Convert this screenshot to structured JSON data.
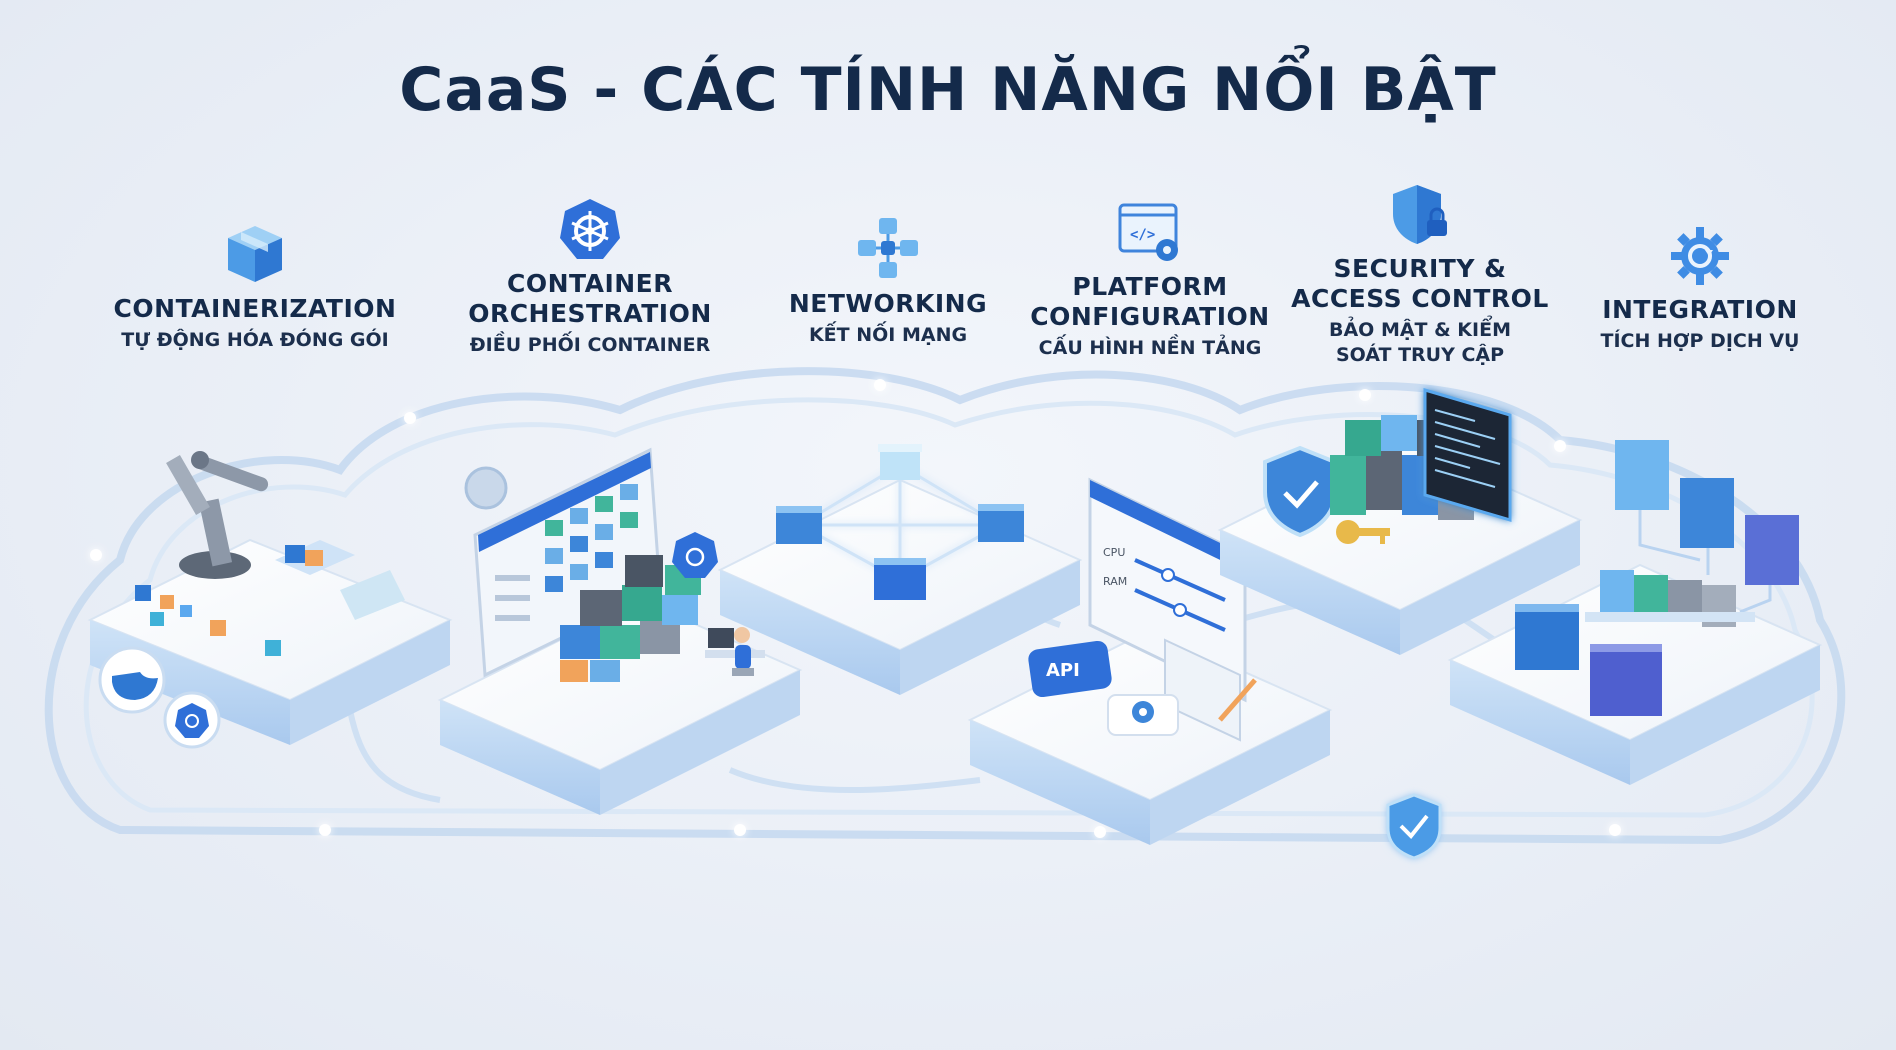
{
  "title": "CaaS - CÁC TÍNH NĂNG NỔI BẬT",
  "colors": {
    "title": "#142a4a",
    "accent_blue": "#2f6fd8",
    "icon_blue": "#4c8ee6",
    "light_blue": "#bcd7f3",
    "platform_top": "#f7f9fc",
    "platform_side": "#b9d3f0"
  },
  "features": [
    {
      "icon": "box-icon",
      "title": "CONTAINERIZATION",
      "subtitle": "TỰ ĐỘNG HÓA ĐÓNG GÓI"
    },
    {
      "icon": "kubernetes-icon",
      "title": "CONTAINER\nORCHESTRATION",
      "subtitle": "ĐIỀU PHỐI CONTAINER"
    },
    {
      "icon": "network-nodes-icon",
      "title": "NETWORKING",
      "subtitle": "KẾT NỐI MẠNG"
    },
    {
      "icon": "code-window-gear-icon",
      "title": "PLATFORM\nCONFIGURATION",
      "subtitle": "CẤU HÌNH NỀN TẢNG"
    },
    {
      "icon": "shield-lock-icon",
      "title": "SECURITY &\nACCESS CONTROL",
      "subtitle": "BẢO MẬT & KIỂM\nSOÁT TRUY CẬP"
    },
    {
      "icon": "gear-sync-icon",
      "title": "INTEGRATION",
      "subtitle": "TÍCH HỢP DỊCH VỤ"
    }
  ],
  "scene_labels": {
    "api_badge": "API",
    "cpu_label": "CPU",
    "ram_label": "RAM"
  }
}
